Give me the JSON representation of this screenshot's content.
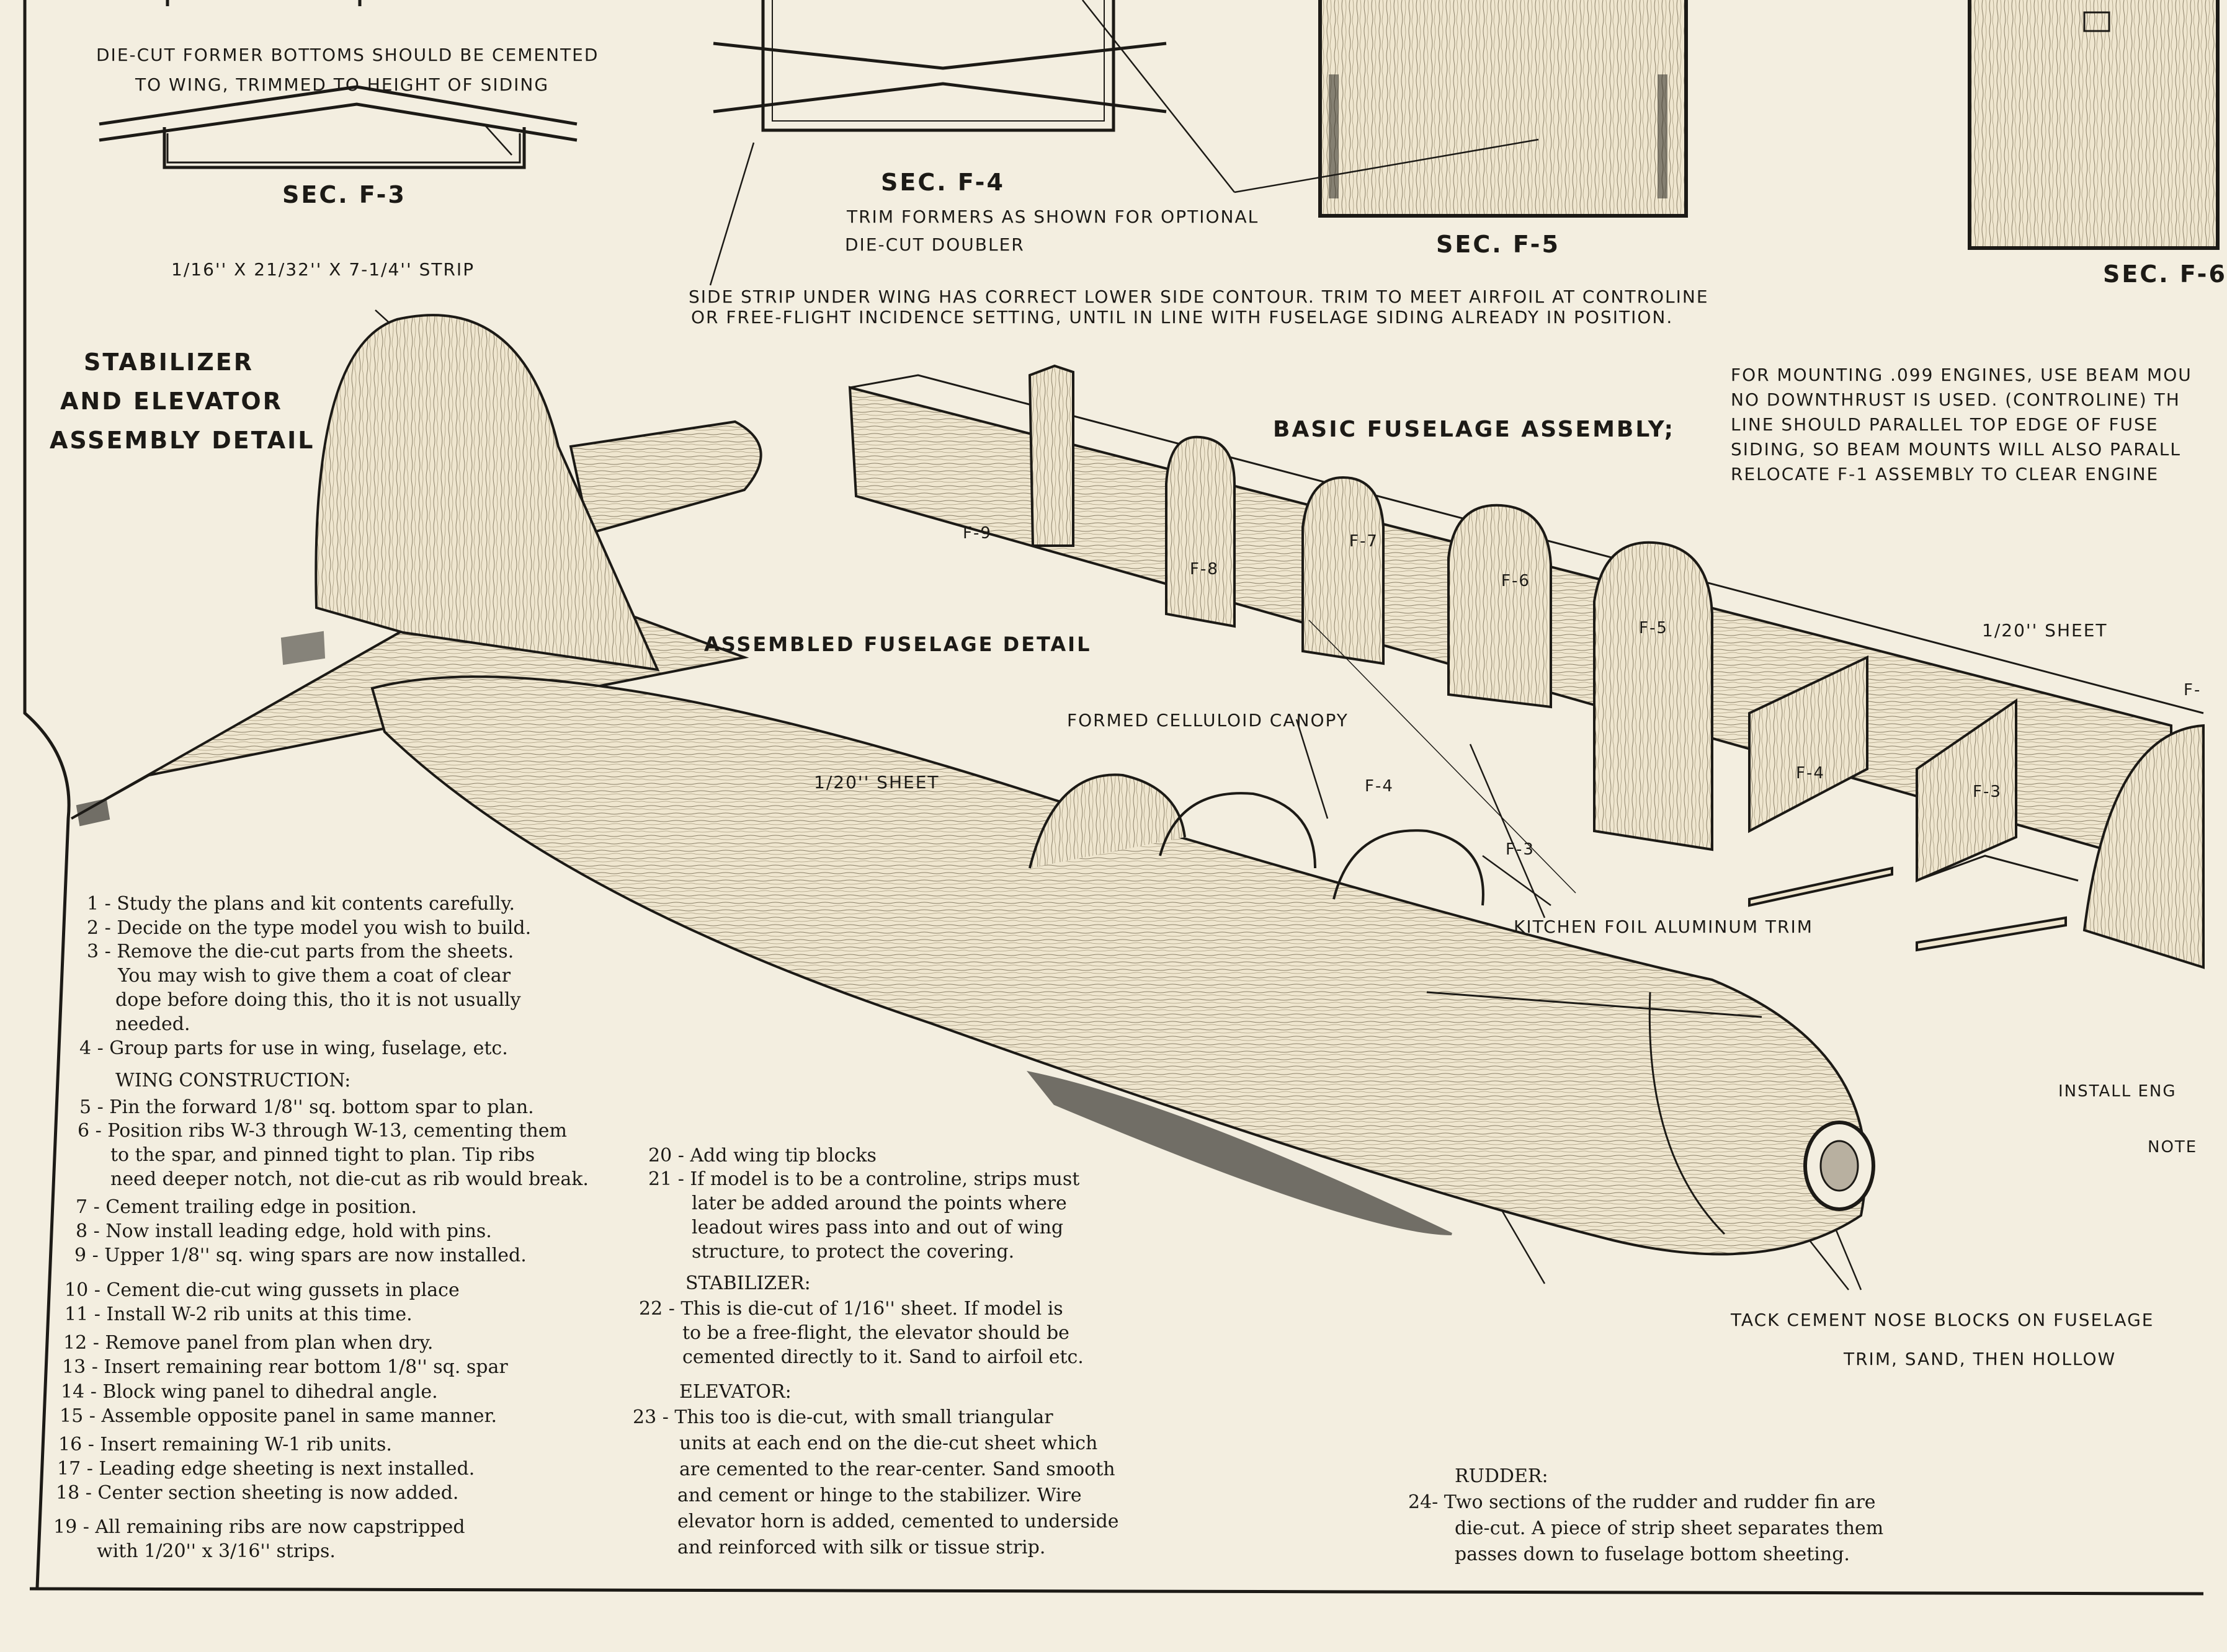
{
  "sections": {
    "f3": "SEC. F-3",
    "f4": "SEC. F-4",
    "f5": "SEC. F-5",
    "f6": "SEC. F-6"
  },
  "notes": {
    "former_bottoms_1": "DIE-CUT FORMER BOTTOMS SHOULD BE CEMENTED",
    "former_bottoms_2": "TO WING, TRIMMED TO HEIGHT OF SIDING",
    "trim_formers_1": "TRIM FORMERS AS SHOWN FOR OPTIONAL",
    "trim_formers_2": "DIE-CUT DOUBLER",
    "side_strip_1": "SIDE STRIP UNDER WING HAS CORRECT LOWER SIDE CONTOUR.  TRIM TO MEET AIRFOIL  AT CONTROLINE",
    "side_strip_2": "OR FREE-FLIGHT INCIDENCE SETTING, UNTIL IN LINE WITH FUSELAGE SIDING ALREADY IN POSITION.",
    "strip": "1/16'' X 21/32'' X 7-1/4'' STRIP",
    "engine_1": "FOR MOUNTING .099 ENGINES, USE BEAM MOU",
    "engine_2": "NO DOWNTHRUST IS USED. (CONTROLINE)  TH",
    "engine_3": "LINE SHOULD PARALLEL TOP EDGE OF FUSE",
    "engine_4": "SIDING, SO BEAM MOUNTS WILL ALSO PARALL",
    "engine_5": "RELOCATE F-1 ASSEMBLY TO CLEAR ENGINE",
    "install_eng": "INSTALL ENG",
    "note": "NOTE"
  },
  "titles": {
    "stab_1": "STABILIZER",
    "stab_2": "AND ELEVATOR",
    "stab_3": "ASSEMBLY DETAIL",
    "basic_fuselage": "BASIC FUSELAGE ASSEMBLY;",
    "assembled_fuselage": "ASSEMBLED FUSELAGE DETAIL"
  },
  "callouts": {
    "canopy": "FORMED CELLULOID CANOPY",
    "foil": "KITCHEN FOIL ALUMINUM TRIM",
    "sheet_fuselage": "1/20'' SHEET",
    "sheet_right": "1/20'' SHEET",
    "nose_1": "TACK CEMENT NOSE BLOCKS ON FUSELAGE",
    "nose_2": "TRIM, SAND, THEN HOLLOW"
  },
  "formers": {
    "f9": "F-9",
    "f8": "F-8",
    "f7": "F-7",
    "f6": "F-6",
    "f5": "F-5",
    "f4": "F-4",
    "f3": "F-3",
    "f4_canopy": "F-4",
    "f3_canopy": "F-3",
    "f_edge": "F-"
  },
  "instructions": {
    "i1": "1 - Study the plans and kit contents carefully.",
    "i2": "2 - Decide on the type model you wish to build.",
    "i3a": "3 - Remove the die-cut parts from the sheets.",
    "i3b": "You may wish to give them a coat of clear",
    "i3c": "dope before doing this, tho it is not usually",
    "i3d": "needed.",
    "i4": "4 - Group parts for use in wing, fuselage, etc.",
    "wing_head": "WING CONSTRUCTION:",
    "i5": "5 - Pin the forward 1/8'' sq. bottom spar to plan.",
    "i6a": "6 - Position ribs W-3 through W-13, cementing them",
    "i6b": "to the spar, and pinned tight to plan.  Tip ribs",
    "i6c": "need deeper notch, not die-cut as rib would break.",
    "i7": "7 - Cement trailing edge in position.",
    "i8": "8 - Now install leading edge, hold with pins.",
    "i9": "9 - Upper 1/8'' sq. wing spars are now installed.",
    "i10": "10 - Cement die-cut wing gussets in place",
    "i11": "11 - Install W-2 rib units at this time.",
    "i12": "12 - Remove panel from plan when dry.",
    "i13": "13 - Insert remaining rear bottom 1/8'' sq. spar",
    "i14": "14 - Block wing panel to dihedral angle.",
    "i15": "15 - Assemble opposite panel in same manner.",
    "i16": "16 - Insert remaining W-1 rib units.",
    "i17": "17 - Leading edge sheeting is next installed.",
    "i18": "18 - Center section sheeting is now added.",
    "i19a": "19 - All remaining ribs are now capstripped",
    "i19b": "with 1/20'' x 3/16'' strips.",
    "i20": "20 - Add wing tip blocks",
    "i21a": "21 - If model is to be a controline, strips must",
    "i21b": "later be added around the points where",
    "i21c": "leadout wires pass into and out of wing",
    "i21d": "structure, to protect the covering.",
    "stab_head": "STABILIZER:",
    "i22a": "22 - This is die-cut of 1/16'' sheet.  If model is",
    "i22b": "to be a free-flight, the elevator should be",
    "i22c": "cemented directly to it.  Sand to airfoil etc.",
    "elev_head": "ELEVATOR:",
    "i23a": "23 - This too is die-cut, with small triangular",
    "i23b": "units at each end on the die-cut sheet which",
    "i23c": "are cemented to the rear-center.  Sand smooth",
    "i23d": "and cement or hinge to the stabilizer.  Wire",
    "i23e": "elevator horn is added, cemented to underside",
    "i23f": "and reinforced with silk or tissue strip.",
    "rudder_head": "RUDDER:",
    "i24a": "24- Two sections of the rudder and rudder fin are",
    "i24b": "die-cut.  A piece of strip sheet separates them",
    "i24c": "passes down to fuselage bottom sheeting."
  },
  "colors": {
    "paper": "#f3eee0",
    "ink": "#1c1a16",
    "wood": "#efe6cf"
  }
}
